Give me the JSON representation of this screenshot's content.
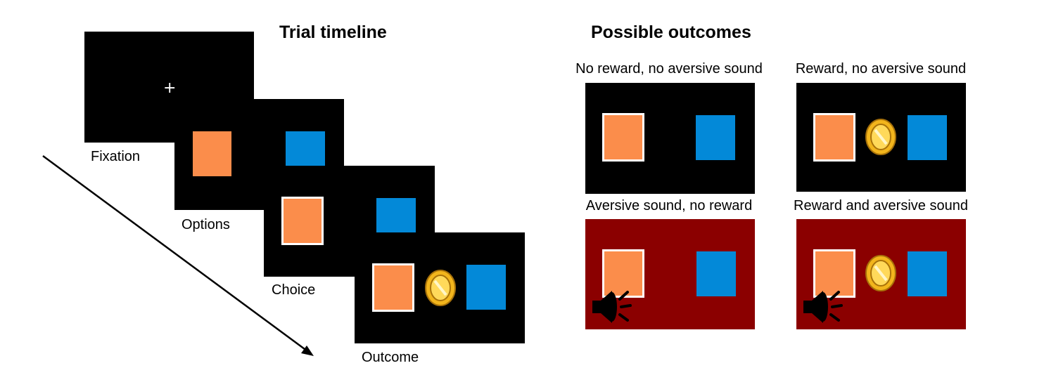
{
  "timeline": {
    "title": "Trial timeline",
    "steps": {
      "fixation": "Fixation",
      "options": "Options",
      "choice": "Choice",
      "outcome": "Outcome"
    },
    "fixation_symbol": "+"
  },
  "outcomes": {
    "title": "Possible outcomes",
    "no_reward_no_sound": "No reward, no aversive sound",
    "reward_no_sound": "Reward, no aversive sound",
    "sound_no_reward": "Aversive sound, no reward",
    "reward_and_sound": "Reward and aversive sound"
  },
  "colors": {
    "screen": "#000000",
    "aversive_screen": "#8b0000",
    "option_orange": "#fb8d4b",
    "option_blue": "#0389d8",
    "coin_gold": "#f2b51c",
    "selection_border": "#ffffff"
  },
  "icons": [
    "fixation-cross-icon",
    "coin-icon",
    "speaker-icon",
    "arrow-icon"
  ]
}
